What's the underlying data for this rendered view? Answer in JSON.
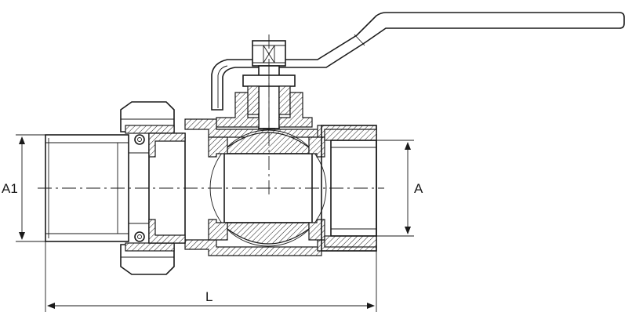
{
  "diagram": {
    "dimensions": {
      "inlet_label": "A1",
      "outlet_label": "A",
      "length_label": "L"
    }
  }
}
